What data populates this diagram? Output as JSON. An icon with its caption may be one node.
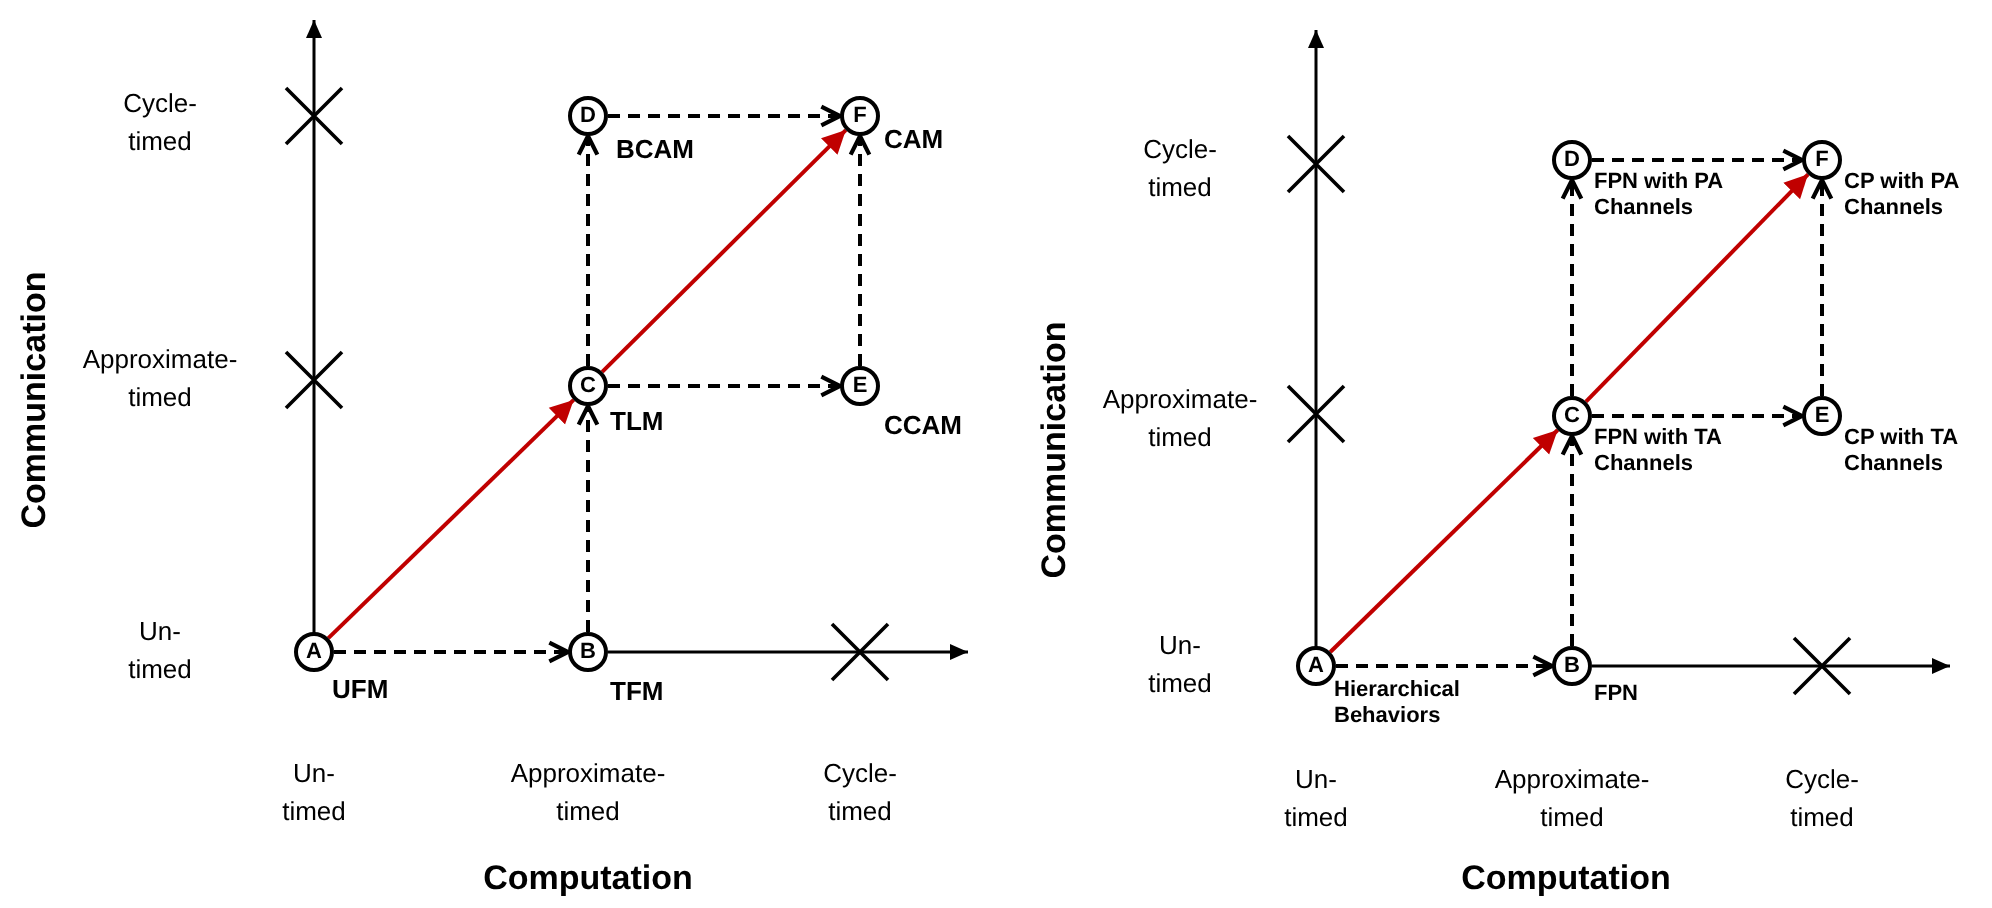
{
  "diagram": {
    "nodes": [
      {
        "text": [
          "A"
        ],
        "beside": [
          "UFM"
        ]
      },
      {
        "text": [
          "B"
        ],
        "beside": [
          "TFM"
        ]
      },
      {
        "text": [
          "C"
        ],
        "beside": [
          "TLM"
        ]
      },
      {
        "text": [
          "D"
        ],
        "beside": [
          "BCAM"
        ]
      },
      {
        "text": [
          "E"
        ],
        "beside": [
          "CCAM"
        ]
      },
      {
        "text": [
          "F"
        ],
        "beside": [
          "CAM"
        ]
      },
      {
        "text": [
          "A"
        ],
        "beside": [
          "Hierarchical Behaviors"
        ]
      },
      {
        "text": [
          "B"
        ],
        "beside": [
          "FPN"
        ]
      },
      {
        "text": [
          "C"
        ],
        "beside": [
          "FPN with TA Channels"
        ]
      },
      {
        "text": [
          "D"
        ],
        "beside": [
          "FPN with PA Channels"
        ]
      },
      {
        "text": [
          "E"
        ],
        "beside": [
          "CP with TA Channels"
        ]
      },
      {
        "text": [
          "F"
        ],
        "beside": [
          "CP with PA Channels"
        ]
      }
    ],
    "edges": [
      {
        "from": 0,
        "to": 1,
        "arrow": "to",
        "style": "dashed"
      },
      {
        "from": 1,
        "to": 2,
        "arrow": "to",
        "style": "dashed"
      },
      {
        "from": 2,
        "to": 3,
        "arrow": "to",
        "style": "dashed"
      },
      {
        "from": 2,
        "to": 4,
        "arrow": "to",
        "style": "dashed"
      },
      {
        "from": 3,
        "to": 5,
        "arrow": "to",
        "style": "dashed"
      },
      {
        "from": 4,
        "to": 5,
        "arrow": "to",
        "style": "dashed"
      },
      {
        "from": 0,
        "to": 2,
        "arrow": "to",
        "color": "#c00000"
      },
      {
        "from": 2,
        "to": 5,
        "arrow": "to",
        "color": "#c00000"
      },
      {
        "from": 6,
        "to": 7,
        "arrow": "to",
        "style": "dashed"
      },
      {
        "from": 7,
        "to": 8,
        "arrow": "to",
        "style": "dashed"
      },
      {
        "from": 8,
        "to": 9,
        "arrow": "to",
        "style": "dashed"
      },
      {
        "from": 8,
        "to": 10,
        "arrow": "to",
        "style": "dashed"
      },
      {
        "from": 9,
        "to": 11,
        "arrow": "to",
        "style": "dashed"
      },
      {
        "from": 10,
        "to": 11,
        "arrow": "to",
        "style": "dashed"
      },
      {
        "from": 6,
        "to": 8,
        "arrow": "to",
        "color": "#c00000"
      },
      {
        "from": 8,
        "to": 11,
        "arrow": "to",
        "color": "#c00000"
      }
    ],
    "labels": [
      "Cycle-timed",
      "Approximate-timed",
      "Un-timed",
      "Communication",
      "Un-timed",
      "Approximate-timed",
      "Cycle-timed",
      "Computation",
      "Cycle-timed",
      "Approximate-timed",
      "Un-timed",
      "Communication",
      "Un-timed",
      "Approximate-timed",
      "Cycle-timed",
      "Computation"
    ]
  }
}
